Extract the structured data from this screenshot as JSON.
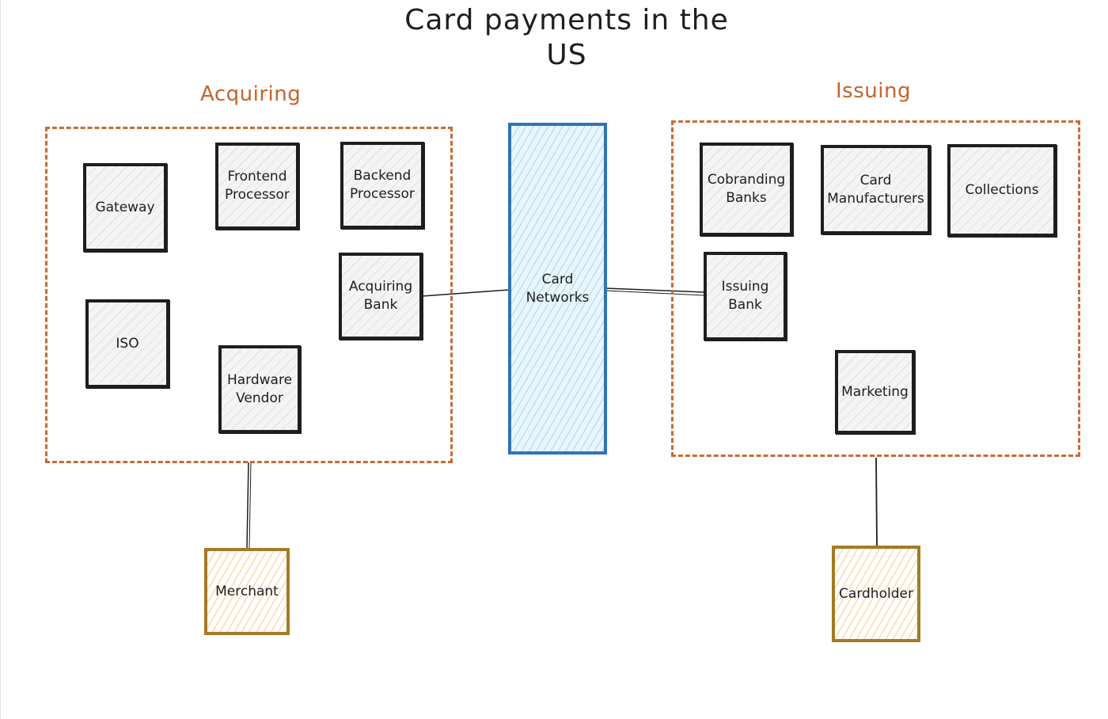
{
  "title": "Card payments in the\nUS",
  "groups": {
    "acquiring": {
      "label": "Acquiring"
    },
    "issuing": {
      "label": "Issuing"
    }
  },
  "nodes": {
    "gateway": "Gateway",
    "frontend_processor": "Frontend\nProcessor",
    "backend_processor": "Backend\nProcessor",
    "acquiring_bank": "Acquiring\nBank",
    "iso": "ISO",
    "hardware_vendor": "Hardware\nVendor",
    "card_networks": "Card\nNetworks",
    "cobranding_banks": "Cobranding\nBanks",
    "card_manufacturers": "Card\nManufacturers",
    "collections": "Collections",
    "issuing_bank": "Issuing\nBank",
    "marketing": "Marketing",
    "merchant": "Merchant",
    "cardholder": "Cardholder"
  },
  "colors": {
    "stroke": "#1e1e1e",
    "group_border": "#c96a36",
    "group_label": "#c4632b",
    "network_border": "#2f75b5",
    "endpoint_border": "#a57a25"
  }
}
